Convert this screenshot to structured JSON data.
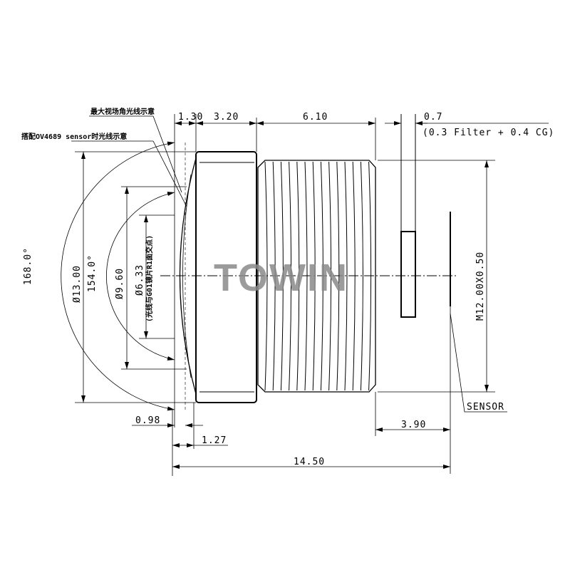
{
  "drawing": {
    "watermark": "TOWIN",
    "labels": {
      "max_fov_ray": "最大视场角光线示意",
      "ov4689_ray": "搭配OV4689 sensor时光线示意",
      "sensor": "SENSOR",
      "g01_note": "(光线与G01镜片R1面交点)"
    },
    "dimensions": {
      "d_1_30": "1.30",
      "d_3_20": "3.20",
      "d_6_10": "6.10",
      "d_0_7": "0.7",
      "d_0_7_note": "(0.3 Filter + 0.4 CG)",
      "dia_13": "Ø13.00",
      "dia_9_60": "Ø9.60",
      "dia_6_33": "Ø6.33",
      "angle_168": "168.0°",
      "angle_154": "154.0°",
      "thread": "M12.00X0.50",
      "d_0_98": "0.98",
      "d_1_27": "1.27",
      "d_3_90": "3.90",
      "d_14_50": "14.50"
    },
    "colors": {
      "centerline": "#c87a2a",
      "watermark": "#8a8a8a"
    }
  }
}
